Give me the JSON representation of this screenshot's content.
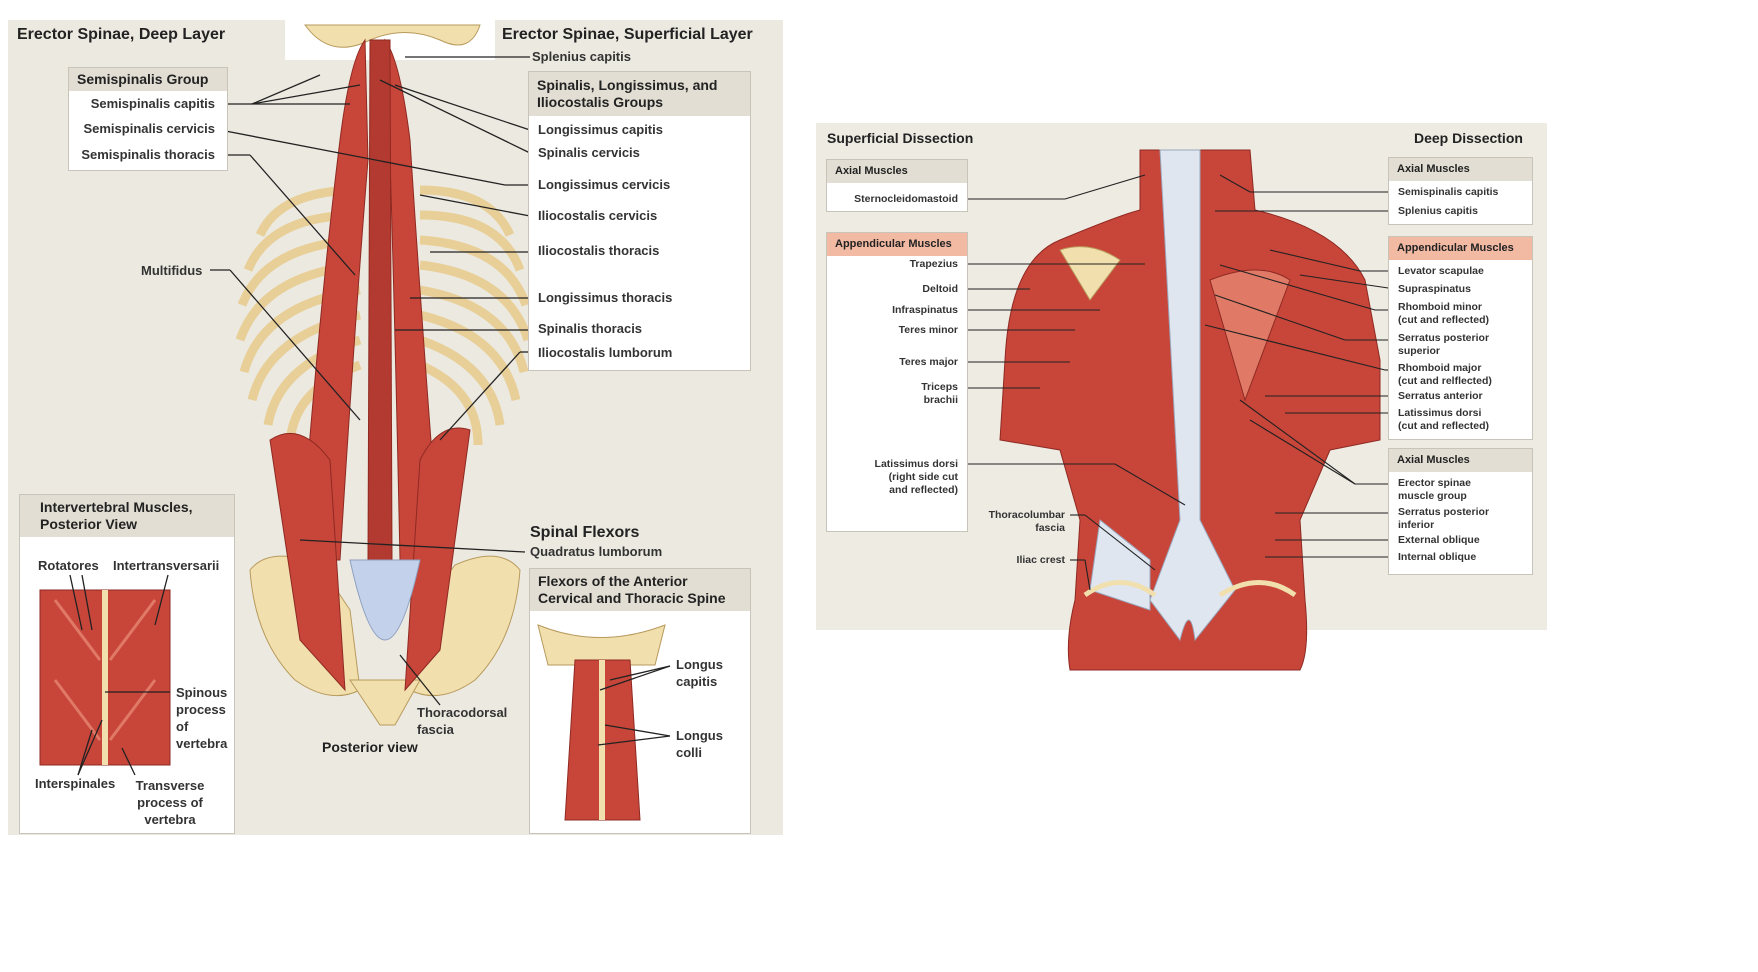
{
  "left": {
    "deep_title": "Erector Spinae, Deep Layer",
    "superficial_title": "Erector Spinae, Superficial Layer",
    "semispinalis_box": {
      "title": "Semispinalis Group",
      "items": [
        "Semispinalis capitis",
        "Semispinalis cervicis",
        "Semispinalis thoracis"
      ]
    },
    "splenius_label": "Splenius capitis",
    "slg_box": {
      "title_line1": "Spinalis, Longissimus, and",
      "title_line2": "Iliocostalis Groups",
      "items": [
        "Longissimus capitis",
        "Spinalis cervicis",
        "Longissimus cervicis",
        "Iliocostalis cervicis",
        "Iliocostalis thoracis",
        "Longissimus thoracis",
        "Spinalis thoracis",
        "Iliocostalis lumborum"
      ]
    },
    "multifidus": "Multifidus",
    "intervertebral": {
      "title_line1": "Intervertebral Muscles,",
      "title_line2": "Posterior View",
      "rotatores": "Rotatores",
      "intertransversarii": "Intertransversarii",
      "spinous_lines": [
        "Spinous",
        "process",
        "of",
        "vertebra"
      ],
      "interspinales": "Interspinales",
      "transverse_lines": [
        "Transverse",
        "process of",
        "vertebra"
      ]
    },
    "spinal_flexors": {
      "title": "Spinal Flexors",
      "quadratus": "Quadratus lumborum",
      "box_title_line1": "Flexors of the Anterior",
      "box_title_line2": "Cervical and Thoracic Spine",
      "longus_capitis_lines": [
        "Longus",
        "capitis"
      ],
      "longus_colli_lines": [
        "Longus",
        "colli"
      ]
    },
    "thoracodorsal_lines": [
      "Thoracodorsal",
      "fascia"
    ],
    "posterior_view": "Posterior view"
  },
  "right": {
    "superficial_title": "Superficial Dissection",
    "deep_title": "Deep Dissection",
    "left_axial_title": "Axial Muscles",
    "sternocleidomastoid": "Sternocleidomastoid",
    "left_appendicular_title": "Appendicular Muscles",
    "appendicular_items": [
      "Trapezius",
      "Deltoid",
      "Infraspinatus",
      "Teres minor",
      "Teres major"
    ],
    "triceps_lines": [
      "Triceps",
      "brachii"
    ],
    "latissimus_lines": [
      "Latissimus dorsi",
      "(right side cut",
      "and reflected)"
    ],
    "thoracolumbar_lines": [
      "Thoracolumbar",
      "fascia"
    ],
    "iliac_crest": "Iliac crest",
    "right_axial_title": "Axial Muscles",
    "right_axial_items": [
      "Semispinalis capitis",
      "Splenius capitis"
    ],
    "right_appendicular_title": "Appendicular Muscles",
    "right_appendicular": {
      "levator": "Levator scapulae",
      "supraspinatus": "Supraspinatus",
      "rhomboid_minor_lines": [
        "Rhomboid minor",
        "(cut and reflected)"
      ],
      "serratus_sup_lines": [
        "Serratus posterior",
        "superior"
      ],
      "rhomboid_major_lines": [
        "Rhomboid major",
        "(cut and relflected)"
      ],
      "serratus_anterior": "Serratus anterior",
      "latissimus_lines": [
        "Latissimus dorsi",
        "(cut and reflected)"
      ]
    },
    "right_axial2_title": "Axial Muscles",
    "right_axial2": {
      "erector_lines": [
        "Erector spinae",
        "muscle group"
      ],
      "serratus_inf_lines": [
        "Serratus posterior",
        "inferior"
      ],
      "external_oblique": "External oblique",
      "internal_oblique": "Internal oblique"
    }
  },
  "colors": {
    "muscle": "#c8453a",
    "muscle_light": "#e07a66",
    "bone": "#f1dfae",
    "panel": "#ece9e0",
    "fascia": "#dfe6f0"
  }
}
